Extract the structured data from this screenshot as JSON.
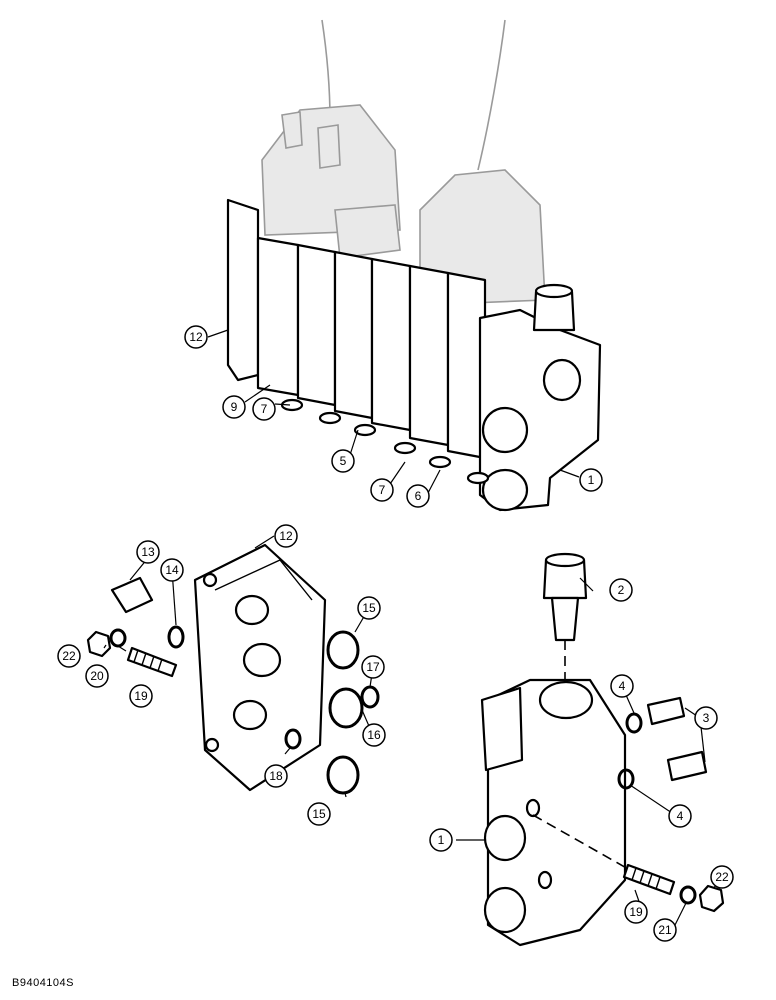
{
  "figure": {
    "reference_code": "B9404104S",
    "callouts": {
      "c1": "1",
      "c2": "2",
      "c3": "3",
      "c4": "4",
      "c5": "5",
      "c6": "6",
      "c7": "7",
      "c9": "9",
      "c12": "12",
      "c13": "13",
      "c14": "14",
      "c15": "15",
      "c16": "16",
      "c17": "17",
      "c18": "18",
      "c19": "19",
      "c20": "20",
      "c21": "21",
      "c22": "22"
    }
  }
}
